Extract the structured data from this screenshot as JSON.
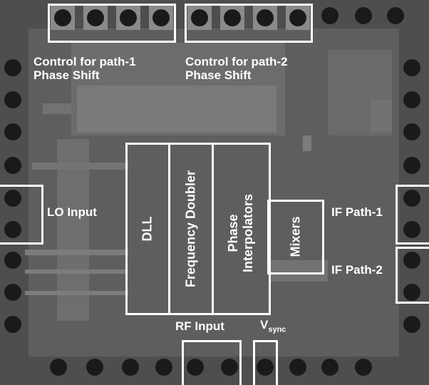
{
  "labels": {
    "control_path1_line1": "Control for path-1",
    "control_path1_line2": "Phase Shift",
    "control_path2_line1": "Control for path-2",
    "control_path2_line2": "Phase Shift",
    "lo_input": "LO Input",
    "dll": "DLL",
    "frequency_doubler": "Frequency Doubler",
    "phase_line1": "Phase",
    "phase_line2": "Interpolators",
    "mixers": "Mixers",
    "if_path1": "IF Path-1",
    "if_path2": "IF Path-2",
    "rf_input": "RF Input",
    "vsync_main": "V",
    "vsync_sub": "sync"
  },
  "colors": {
    "die_background": "#5a5a5a",
    "outline": "#ffffff",
    "pad": "#1a1a1a"
  }
}
